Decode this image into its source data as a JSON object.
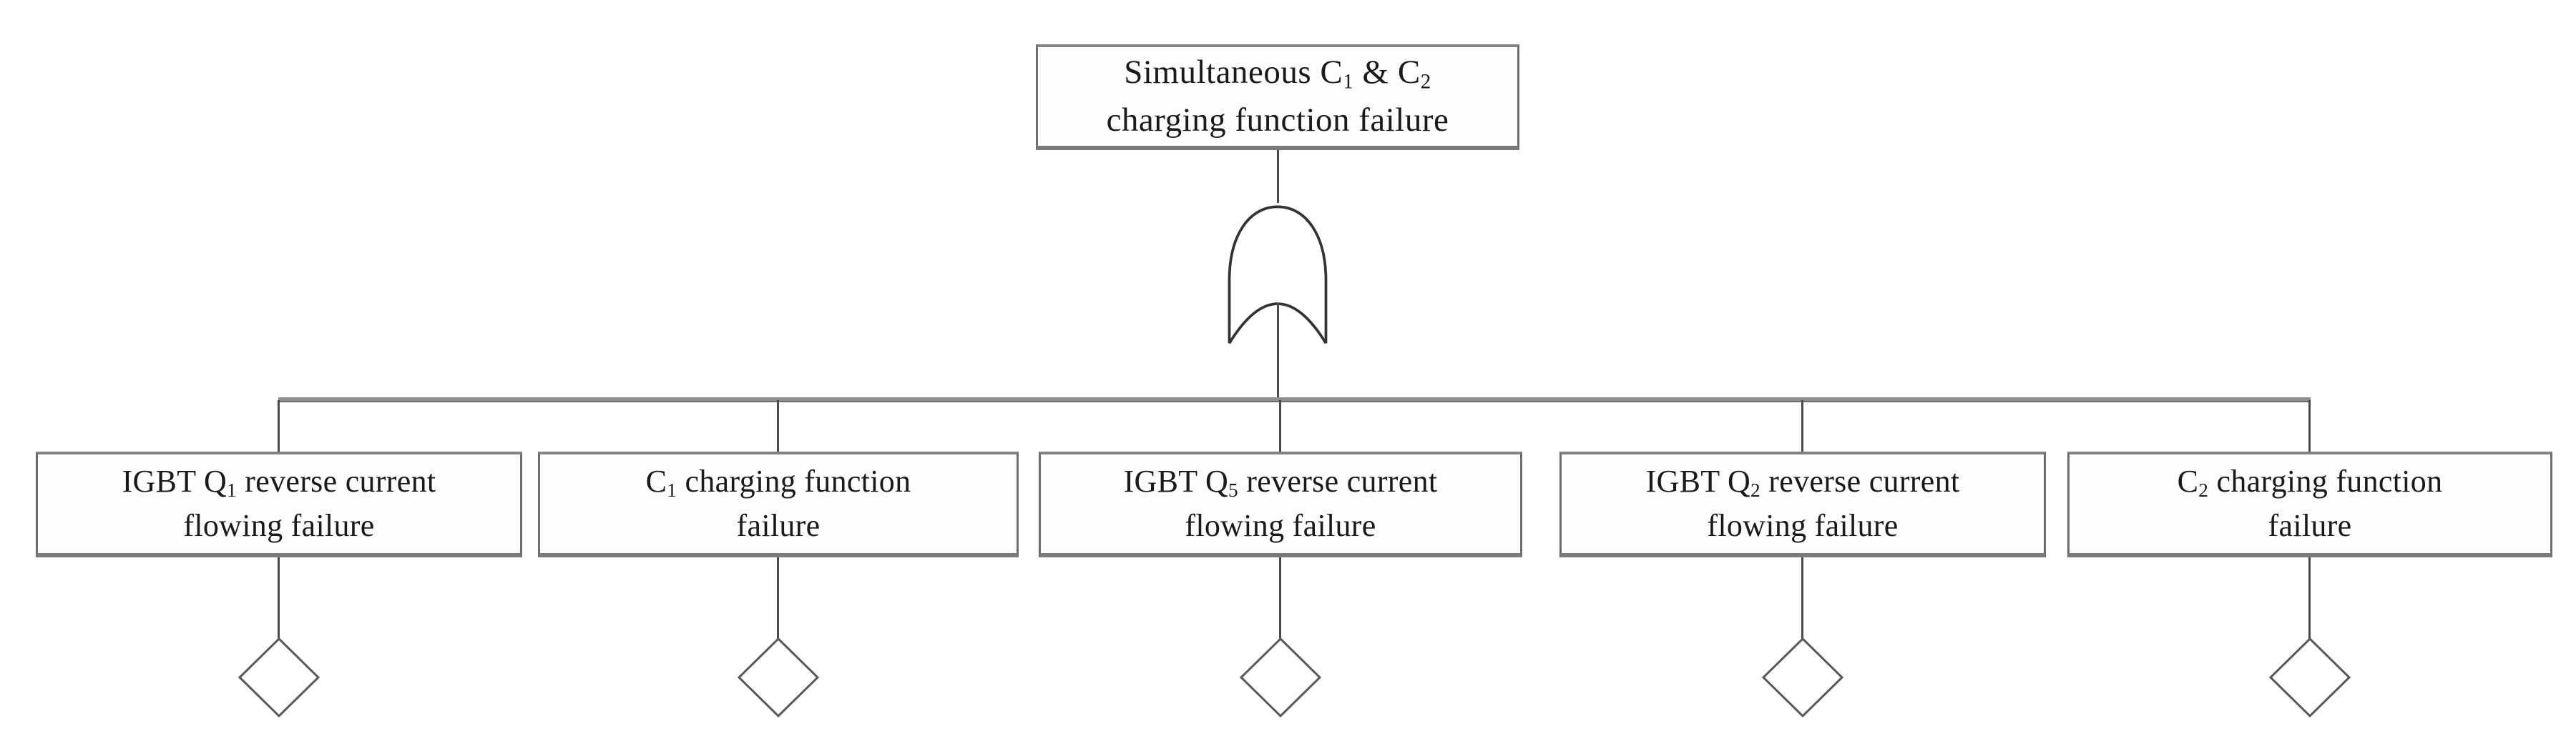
{
  "diagram": {
    "kind": "fault-tree",
    "gate": {
      "type": "OR"
    },
    "colors": {
      "background": "#ffffff",
      "box_border": "#6e6e6e",
      "connector_bus": "#8f8f8f",
      "line": "#4a4a4a",
      "gate_stroke": "#333333",
      "diamond_stroke": "#5a5a5a",
      "text": "#1a1a1a"
    },
    "root_event": {
      "line1_a": "Simultaneous C",
      "line1_sub_a": "1",
      "line1_b": " & C",
      "line1_sub_b": "2",
      "line2": "charging function failure"
    },
    "events": [
      {
        "line1_a": "IGBT Q",
        "line1_sub": "1",
        "line1_b": " reverse current",
        "line2": "flowing failure",
        "terminator": "diamond"
      },
      {
        "line1_a": "C",
        "line1_sub": "1",
        "line1_b": " charging function",
        "line2": "failure",
        "terminator": "diamond"
      },
      {
        "line1_a": "IGBT Q",
        "line1_sub": "5",
        "line1_b": " reverse current",
        "line2": "flowing failure",
        "terminator": "diamond"
      },
      {
        "line1_a": "IGBT Q",
        "line1_sub": "2",
        "line1_b": " reverse current",
        "line2": "flowing failure",
        "terminator": "diamond"
      },
      {
        "line1_a": "C",
        "line1_sub": "2",
        "line1_b": " charging function",
        "line2": "failure",
        "terminator": "diamond"
      }
    ]
  }
}
